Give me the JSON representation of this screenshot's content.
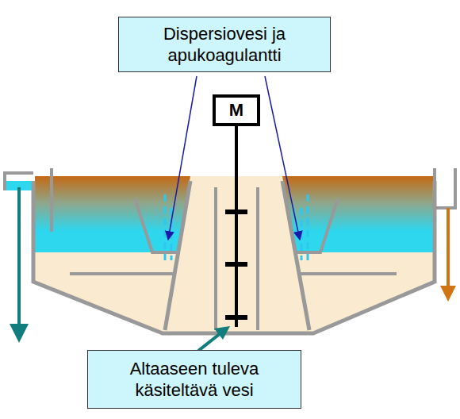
{
  "diagram": {
    "nodes": [
      {
        "text": [
          "Dispersiovesi ja apukoagulantti"
        ]
      },
      {
        "text": [
          "M"
        ]
      },
      {
        "text": [
          "Altaaseen tuleva käsiteltävä vesi"
        ]
      }
    ]
  }
}
